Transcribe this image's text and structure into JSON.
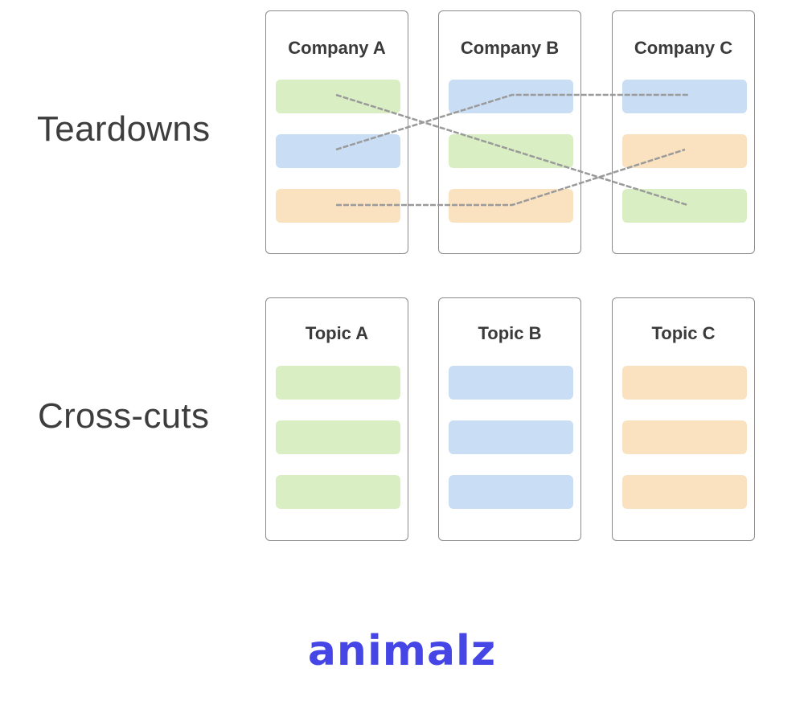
{
  "rows": {
    "teardowns": "Teardowns",
    "crosscuts": "Cross-cuts"
  },
  "teardown_cards": [
    {
      "title": "Company A",
      "bars": [
        "green",
        "blue",
        "orange"
      ]
    },
    {
      "title": "Company B",
      "bars": [
        "blue",
        "green",
        "orange"
      ]
    },
    {
      "title": "Company C",
      "bars": [
        "blue",
        "orange",
        "green"
      ]
    }
  ],
  "crosscut_cards": [
    {
      "title": "Topic A",
      "bars": [
        "green",
        "green",
        "green"
      ]
    },
    {
      "title": "Topic B",
      "bars": [
        "blue",
        "blue",
        "blue"
      ]
    },
    {
      "title": "Topic C",
      "bars": [
        "orange",
        "orange",
        "orange"
      ]
    }
  ],
  "colors": {
    "green": "#d9efc3",
    "blue": "#c9ddf4",
    "orange": "#fae2c0",
    "connector": "#9a9a9a",
    "logo": "#4646e6"
  },
  "logo": "animalz"
}
